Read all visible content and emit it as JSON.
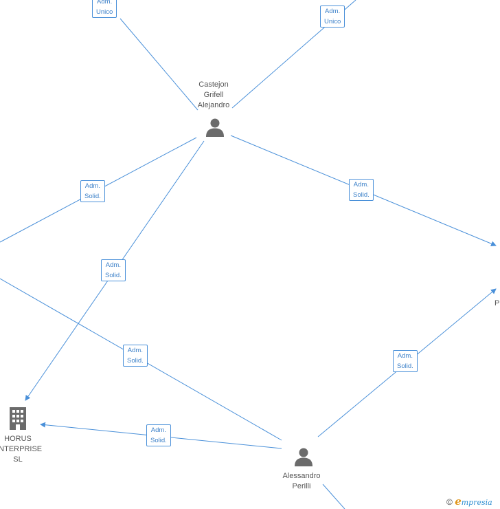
{
  "nodes": {
    "castejon": {
      "name": [
        "Castejon",
        "Grifell",
        "Alejandro"
      ],
      "kind": "person"
    },
    "alessandro": {
      "name": [
        "Alessandro",
        "Perilli"
      ],
      "kind": "person"
    },
    "horus": {
      "name": [
        "HORUS",
        "ENTERPRISE",
        "SL"
      ],
      "kind": "company"
    },
    "right_partial": {
      "name": [
        "P"
      ],
      "kind": "company"
    }
  },
  "edges": [
    {
      "id": "e1",
      "label": [
        "Adm.",
        "Unico"
      ]
    },
    {
      "id": "e2",
      "label": [
        "Adm.",
        "Unico"
      ]
    },
    {
      "id": "e3",
      "label": [
        "Adm.",
        "Solid."
      ]
    },
    {
      "id": "e4",
      "label": [
        "Adm.",
        "Solid."
      ]
    },
    {
      "id": "e5",
      "label": [
        "Adm.",
        "Solid."
      ]
    },
    {
      "id": "e6",
      "label": [
        "Adm.",
        "Solid."
      ]
    },
    {
      "id": "e7",
      "label": [
        "Adm.",
        "Solid."
      ]
    },
    {
      "id": "e8",
      "label": [
        "Adm.",
        "Solid."
      ]
    }
  ],
  "footer": {
    "copyright": "©",
    "brand_first": "e",
    "brand_rest": "mpresia"
  },
  "colors": {
    "edge": "#4a90d9",
    "label_text": "#3a7fc8",
    "icon": "#6b6b6b",
    "node_text": "#555555"
  },
  "icons": {
    "person": "person-icon",
    "company": "building-icon"
  }
}
